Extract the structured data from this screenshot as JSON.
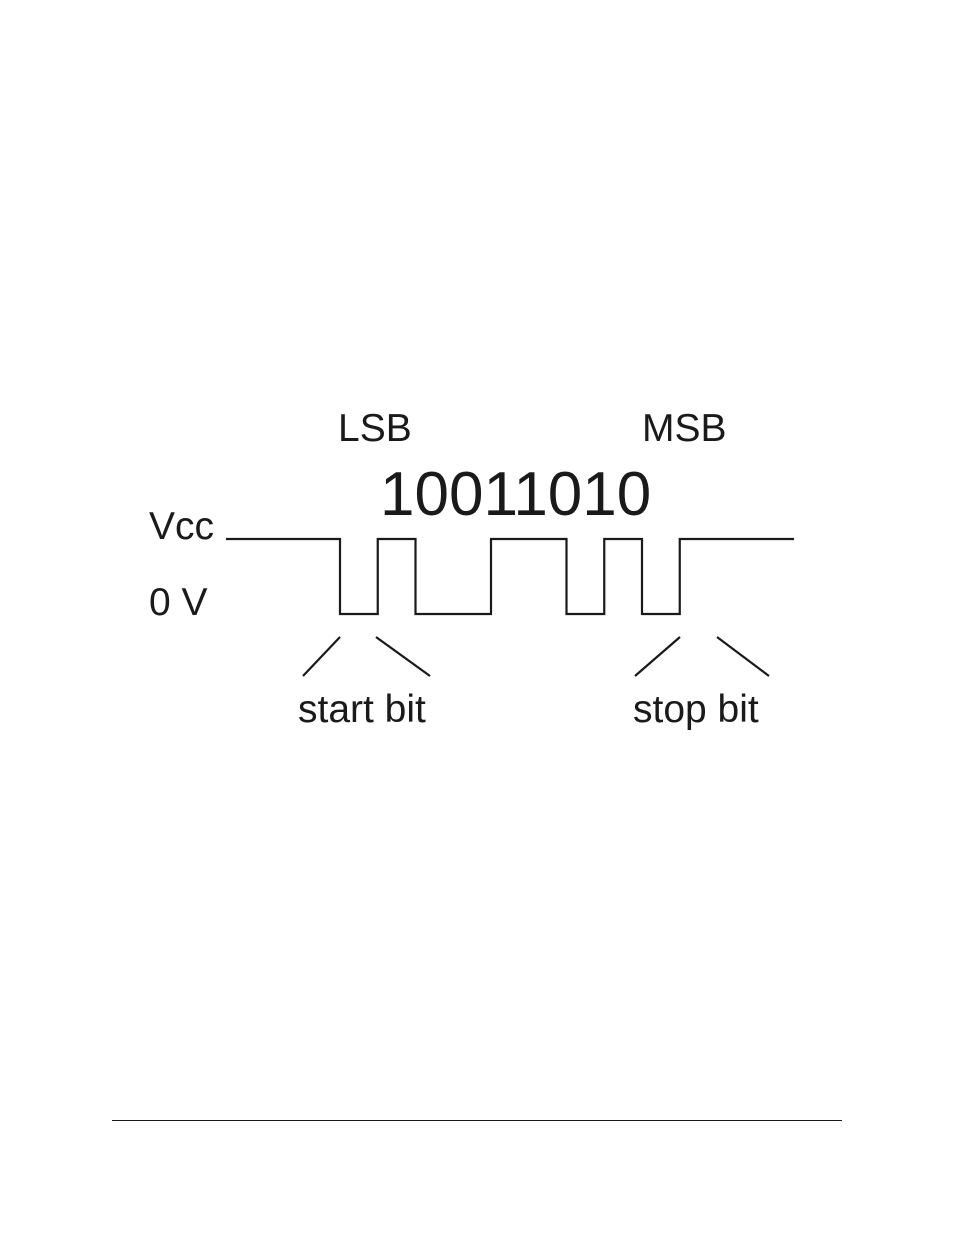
{
  "diagram": {
    "lsb_label": "LSB",
    "msb_label": "MSB",
    "data_bits": "10011010",
    "high_level_label": "Vcc",
    "low_level_label": "0 V",
    "start_bit_label": "start bit",
    "stop_bit_label": "stop bit",
    "frame_levels": [
      1,
      0,
      1,
      0,
      0,
      1,
      1,
      0,
      1,
      0,
      1
    ],
    "line_color": "#1a1a1a"
  }
}
